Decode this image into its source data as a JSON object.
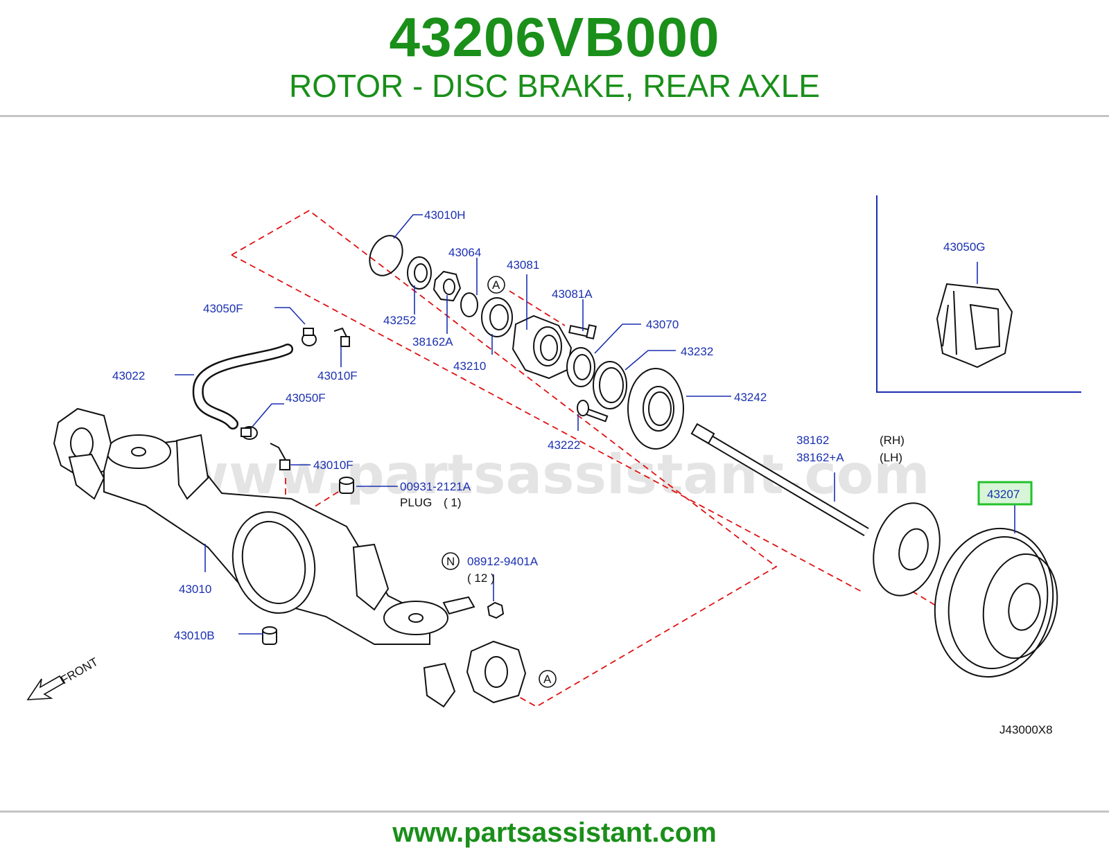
{
  "header": {
    "part_number": "43206VB000",
    "description": "ROTOR - DISC BRAKE, REAR AXLE"
  },
  "footer": {
    "url": "www.partsassistant.com"
  },
  "watermark": "www.partsassistant.com",
  "diagram_code": "J43000X8",
  "front_label": "FRONT",
  "highlight": {
    "part": "43207",
    "color": "#22c22a"
  },
  "colors": {
    "title_green": "#1a8f1a",
    "label_blue": "#1a2fb0",
    "dash_red": "#e01010"
  },
  "labels": {
    "p43010H": "43010H",
    "p43064": "43064",
    "p43081": "43081",
    "p43081A": "43081A",
    "p43070": "43070",
    "p43232": "43232",
    "p43242": "43242",
    "p43252": "43252",
    "p38162A": "38162A",
    "p43210": "43210",
    "p43222": "43222",
    "p43050F_top": "43050F",
    "p43010F_top": "43010F",
    "p43022": "43022",
    "p43050F_mid": "43050F",
    "p43010F_mid": "43010F",
    "p00931": "00931-2121A",
    "plug": "PLUG",
    "plug_qty": "( 1)",
    "p43010": "43010",
    "p43010B": "43010B",
    "p08912": "08912-9401A",
    "p08912_qty": "( 12 )",
    "n_circle": "N",
    "a_circle_top": "A",
    "a_circle_bottom": "A",
    "p38162": "38162",
    "p38162A_plus": "38162+A",
    "rh": "(RH)",
    "lh": "(LH)",
    "p43050G": "43050G",
    "p43207": "43207"
  }
}
